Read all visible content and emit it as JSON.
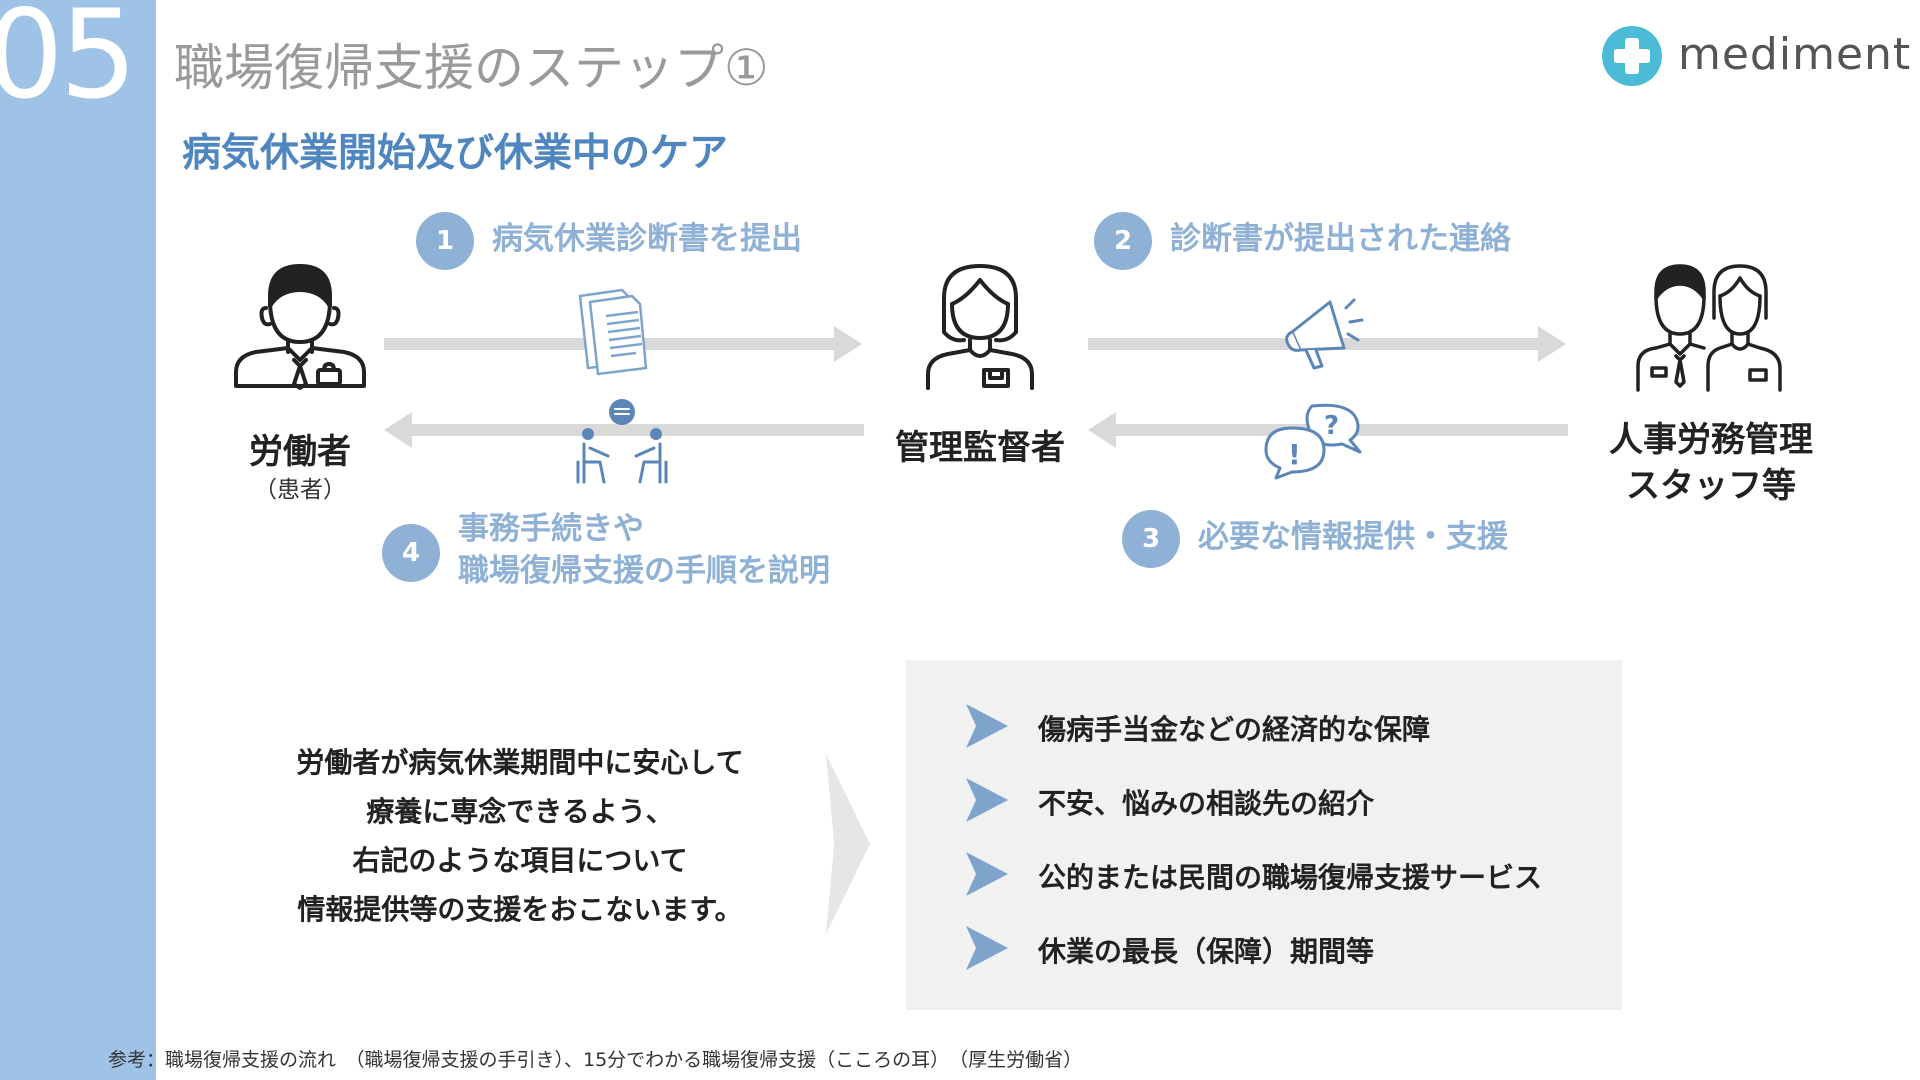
{
  "slide": {
    "number": "05",
    "title": "職場復帰支援のステップ①",
    "subtitle": "病気休業開始及び休業中のケア"
  },
  "logo": {
    "text": "mediment",
    "color": "#4cbcd6"
  },
  "actors": {
    "worker": {
      "label": "労働者",
      "sublabel": "（患者）",
      "icon": "male-worker-icon"
    },
    "manager": {
      "label": "管理監督者",
      "icon": "female-manager-icon"
    },
    "hr": {
      "label_line1": "人事労務管理",
      "label_line2": "スタッフ等",
      "icon": "hr-staff-pair-icon"
    }
  },
  "steps": [
    {
      "number": "1",
      "text": "病気休業診断書を提出",
      "icon": "document-icon"
    },
    {
      "number": "2",
      "text": "診断書が提出された連絡",
      "icon": "megaphone-icon"
    },
    {
      "number": "3",
      "text": "必要な情報提供・支援",
      "icon": "question-speech-bubbles-icon"
    },
    {
      "number": "4",
      "text_line1": "事務手続きや",
      "text_line2": "職場復帰支援の手順を説明",
      "icon": "consultation-icon"
    }
  ],
  "summary": {
    "lines": [
      "労働者が病気休業期間中に安心して",
      "療養に専念できるよう、",
      "右記のような項目について",
      "情報提供等の支援をおこないます。"
    ]
  },
  "info_items": [
    "傷病手当金などの経済的な保障",
    "不安、悩みの相談先の紹介",
    "公的または民間の職場復帰支援サービス",
    "休業の最長（保障）期間等"
  ],
  "reference": "参考：職場復帰支援の流れ　（職場復帰支援の手引き）、15分でわかる職場復帰支援（こころの耳）　（厚生労働省）",
  "colors": {
    "sidebar": "#9fc3e6",
    "accent_blue": "#4f86c0",
    "step_blue": "#8fb1d6",
    "arrow_gray": "#d9d9d9",
    "box_gray": "#f1f1f1"
  }
}
